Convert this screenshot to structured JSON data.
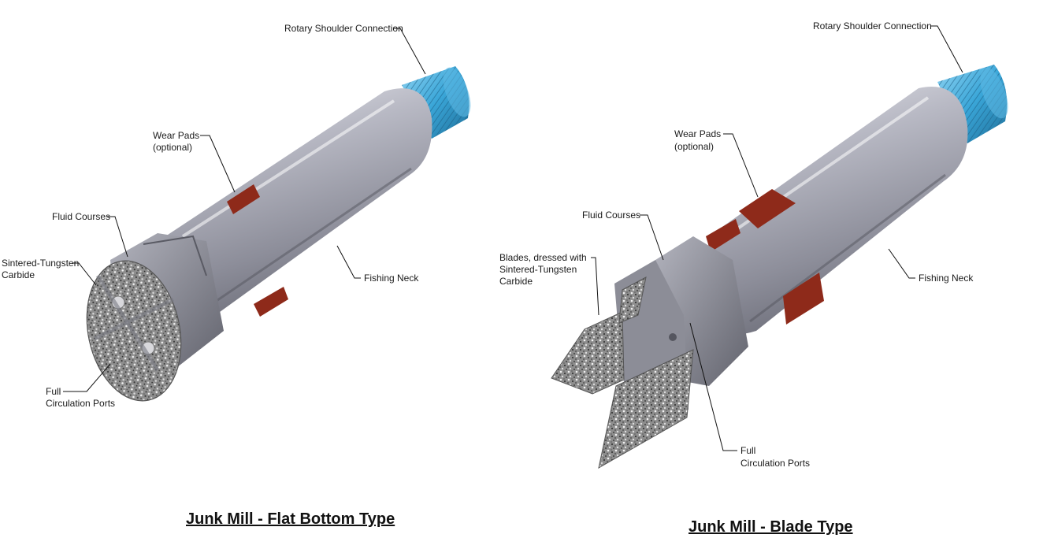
{
  "left_figure": {
    "caption": "Junk Mill - Flat Bottom Type",
    "labels": {
      "rotary_shoulder": "Rotary Shoulder Connection",
      "wear_pads": "Wear Pads",
      "wear_pads_sub": "(optional)",
      "fluid_courses": "Fluid Courses",
      "carbide_1": "Sintered-Tungsten",
      "carbide_2": "Carbide",
      "fishing_neck": "Fishing Neck",
      "ports_1": "Full",
      "ports_2": "Circulation Ports"
    }
  },
  "right_figure": {
    "caption": "Junk Mill - Blade Type",
    "labels": {
      "rotary_shoulder": "Rotary Shoulder Connection",
      "wear_pads": "Wear Pads",
      "wear_pads_sub": "(optional)",
      "fluid_courses": "Fluid Courses",
      "blades_1": "Blades, dressed with",
      "blades_2": "Sintered-Tungsten",
      "blades_3": "Carbide",
      "fishing_neck": "Fishing Neck",
      "ports_1": "Full",
      "ports_2": "Circulation Ports"
    }
  },
  "colors": {
    "body_steel": "#a9aab6",
    "thread_blue": "#3aa6d8",
    "wear_pad_red": "#8e2a1a",
    "carbide_gray": "#9a9a9a"
  }
}
